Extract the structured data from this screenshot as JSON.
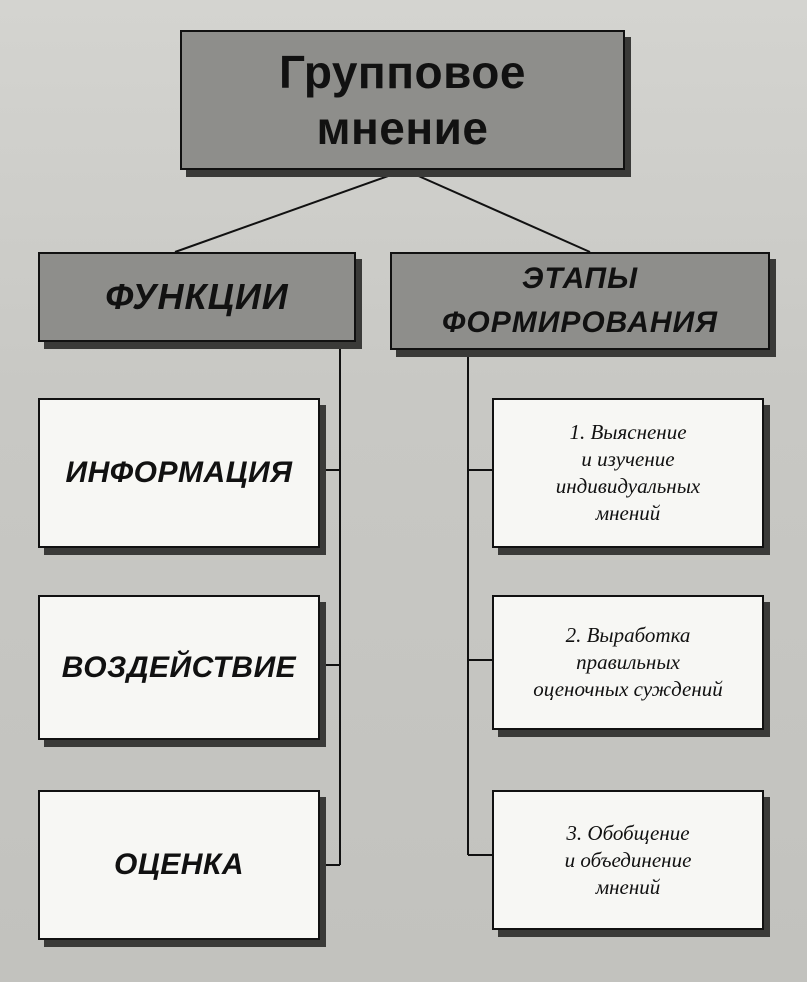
{
  "title": {
    "line1": "Групповое",
    "line2": "мнение"
  },
  "functions": {
    "header": "ФУНКЦИИ",
    "items": [
      "ИНФОРМАЦИЯ",
      "ВОЗДЕЙСТВИЕ",
      "ОЦЕНКА"
    ]
  },
  "stages": {
    "header": {
      "line1": "ЭТАПЫ",
      "line2": "ФОРМИРОВАНИЯ"
    },
    "items": [
      {
        "line1": "1. Выяснение",
        "line2": "и изучение",
        "line3": "индивидуальных",
        "line4": "мнений"
      },
      {
        "line1": "2. Выработка",
        "line2": "правильных",
        "line3": "оценочных суждений"
      },
      {
        "line1": "3. Обобщение",
        "line2": "и объединение",
        "line3": "мнений"
      }
    ]
  },
  "colors": {
    "box_fill": "#f7f7f4",
    "title_fill": "#8e8e8b",
    "border": "#111111",
    "shadow": "#3a3a38"
  }
}
